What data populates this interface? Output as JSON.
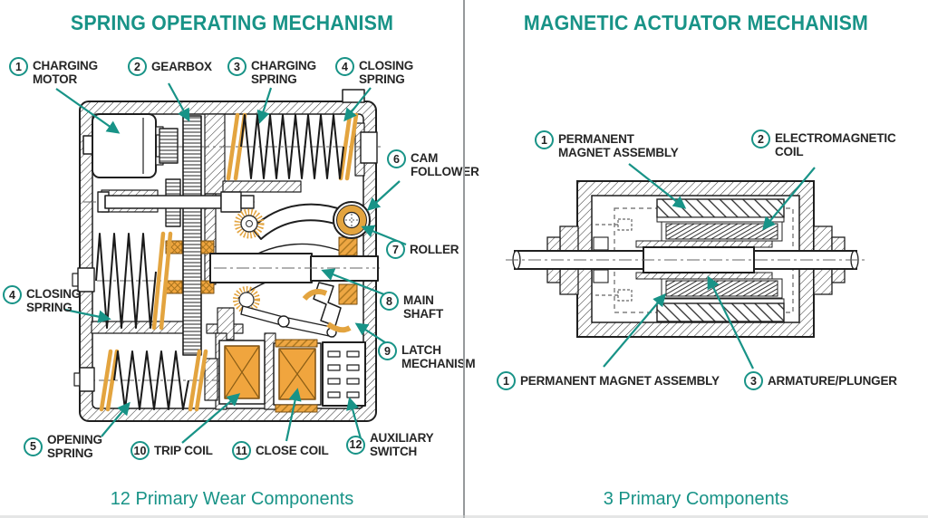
{
  "left_panel": {
    "title": "SPRING OPERATING MECHANISM",
    "caption": "12 Primary Wear Components",
    "callouts": [
      {
        "num": "1",
        "label": "CHARGING\nMOTOR"
      },
      {
        "num": "2",
        "label": "GEARBOX"
      },
      {
        "num": "3",
        "label": "CHARGING\nSPRING"
      },
      {
        "num": "4",
        "label": "CLOSING\nSPRING"
      },
      {
        "num": "4",
        "label": "CLOSING\nSPRING"
      },
      {
        "num": "5",
        "label": "OPENING\nSPRING"
      },
      {
        "num": "6",
        "label": "CAM\nFOLLOWER"
      },
      {
        "num": "7",
        "label": "ROLLER"
      },
      {
        "num": "8",
        "label": "MAIN\nSHAFT"
      },
      {
        "num": "9",
        "label": "LATCH\nMECHANISM"
      },
      {
        "num": "10",
        "label": "TRIP COIL"
      },
      {
        "num": "11",
        "label": "CLOSE COIL"
      },
      {
        "num": "12",
        "label": "AUXILIARY\nSWITCH"
      }
    ]
  },
  "right_panel": {
    "title": "MAGNETIC ACTUATOR MECHANISM",
    "caption": "3 Primary Components",
    "callouts": [
      {
        "num": "1",
        "label": "PERMANENT\nMAGNET ASSEMBLY"
      },
      {
        "num": "2",
        "label": "ELECTROMAGNETIC\nCOIL"
      },
      {
        "num": "1",
        "label": "PERMANENT MAGNET ASSEMBLY"
      },
      {
        "num": "3",
        "label": "ARMATURE/PLUNGER"
      }
    ]
  },
  "colors": {
    "accent_teal": "#189387",
    "component_orange": "#F0A53E"
  }
}
